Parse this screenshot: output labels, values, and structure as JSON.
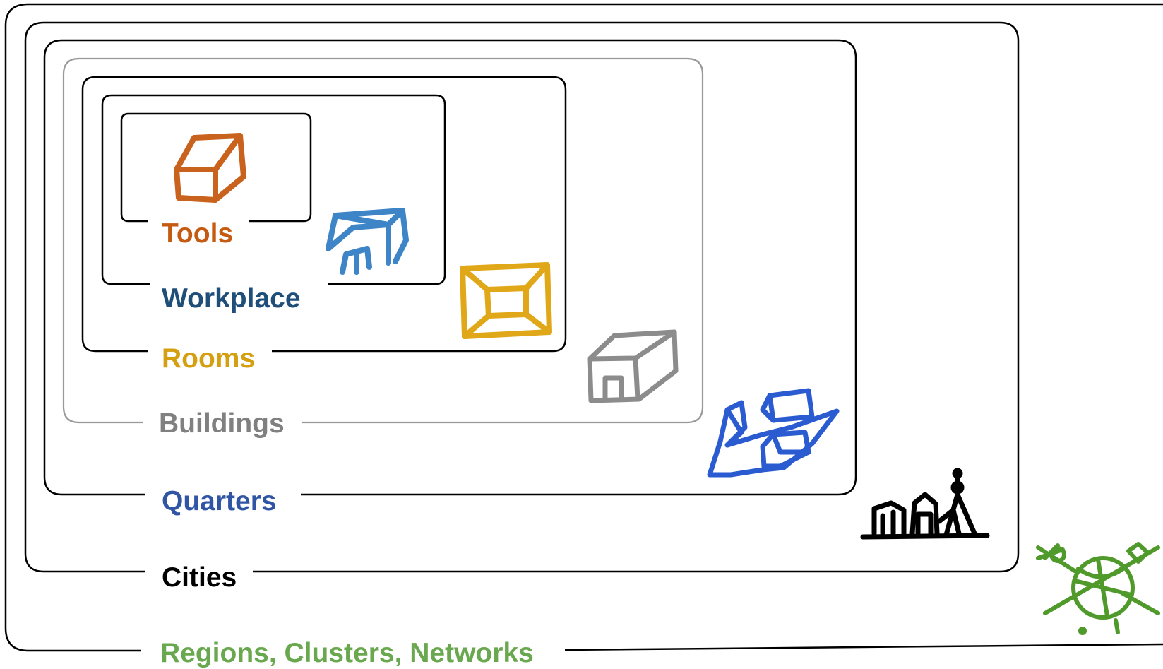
{
  "levels": [
    {
      "label": "Regions, Clusters, Networks",
      "color": "#6aa84f",
      "frame_color": "#000000",
      "icon": "globe-network-icon"
    },
    {
      "label": "Cities",
      "color": "#000000",
      "frame_color": "#000000",
      "icon": "city-skyline-icon"
    },
    {
      "label": "Quarters",
      "color": "#2f55a4",
      "frame_color": "#000000",
      "icon": "quarter-blocks-icon"
    },
    {
      "label": "Buildings",
      "color": "#808080",
      "frame_color": "#999999",
      "icon": "building-icon"
    },
    {
      "label": "Rooms",
      "color": "#d4a011",
      "frame_color": "#000000",
      "icon": "room-icon"
    },
    {
      "label": "Workplace",
      "color": "#1f4e79",
      "frame_color": "#000000",
      "icon": "desk-icon"
    },
    {
      "label": "Tools",
      "color": "#c55a11",
      "frame_color": "#000000",
      "icon": "tool-cube-icon"
    }
  ],
  "colors": {
    "tools_orange": "#c8621c",
    "workplace_blue": "#3d85c6",
    "rooms_gold": "#e0a818",
    "buildings_gray": "#8c8c8c",
    "quarters_blue": "#2a5bd0",
    "cities_black": "#000000",
    "regions_green": "#4f9a2a"
  }
}
